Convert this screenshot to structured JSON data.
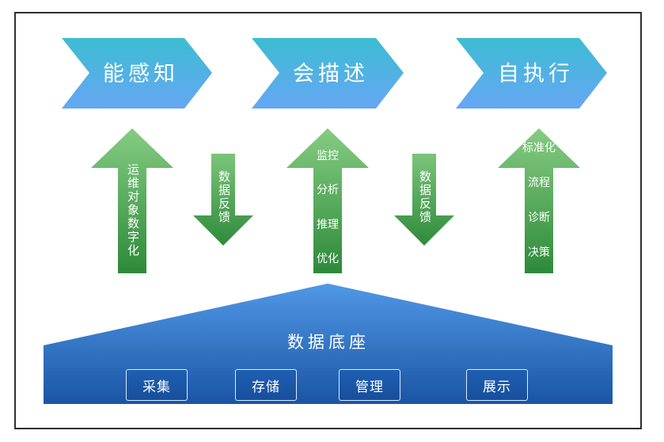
{
  "top_row": [
    {
      "label": "能感知"
    },
    {
      "label": "会描述"
    },
    {
      "label": "自执行"
    }
  ],
  "up_arrows": [
    {
      "lines": [
        "运维对象数字化"
      ]
    },
    {
      "lines": [
        "监控",
        "分析",
        "推理",
        "优化"
      ]
    },
    {
      "lines": [
        "标准化",
        "流程",
        "诊断",
        "决策"
      ]
    }
  ],
  "down_arrows": [
    {
      "label": "数据反馈"
    },
    {
      "label": "数据反馈"
    }
  ],
  "base": {
    "title": "数据底座",
    "buttons": [
      "采集",
      "存储",
      "管理",
      "展示"
    ]
  },
  "colors": {
    "chevron_top": "#3fb9d3",
    "chevron_bottom": "#62a8f2",
    "arrow_top": "#7cc47a",
    "arrow_bottom": "#2f8a3c",
    "base_top": "#4a93e3",
    "base_bottom": "#1c5aaa"
  }
}
